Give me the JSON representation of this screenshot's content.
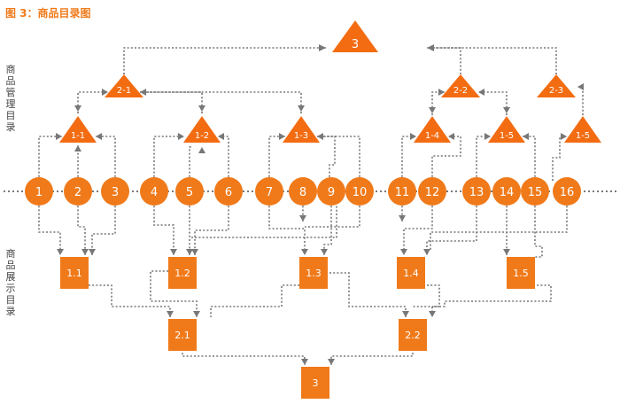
{
  "title": "图 3：商品目录图",
  "side_labels": {
    "management": "商品管理目录",
    "display": "商品展示目录"
  },
  "management": {
    "root": "3",
    "level2": [
      "2-1",
      "2-2",
      "2-3"
    ],
    "level1": [
      "1-1",
      "1-2",
      "1-3",
      "1-4",
      "1-5",
      "1-5"
    ]
  },
  "products": [
    "1",
    "2",
    "3",
    "4",
    "5",
    "6",
    "7",
    "8",
    "9",
    "10",
    "11",
    "12",
    "13",
    "14",
    "15",
    "16"
  ],
  "display": {
    "level1": [
      "1.1",
      "1.2",
      "1.3",
      "1.4",
      "1.5"
    ],
    "level2": [
      "2.1",
      "2.2"
    ],
    "root": "3"
  }
}
